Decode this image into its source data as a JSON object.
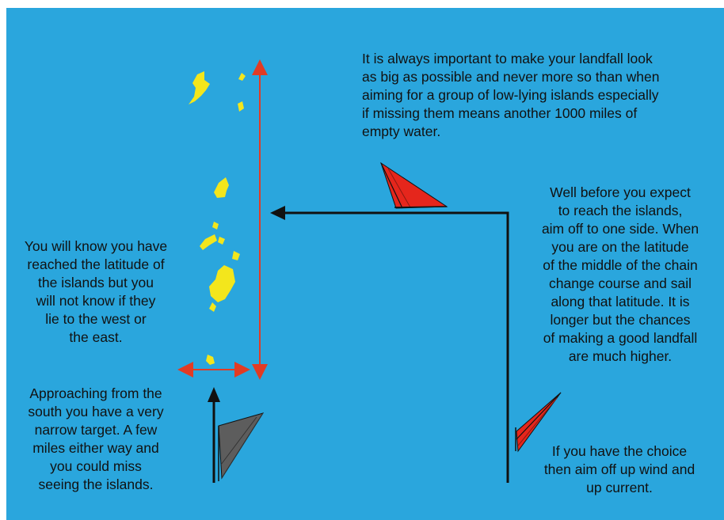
{
  "colors": {
    "background": "#2aa6dd",
    "islands": "#f3e61c",
    "red_arrows": "#e23b24",
    "black_arrows": "#111111",
    "red_boat": "#e5261c",
    "grey_boat": "#5d5d5d"
  },
  "icons": {
    "islands": "island-shape",
    "sailboat_red_top": "sailboat-icon",
    "sailboat_red_bottom": "sailboat-icon",
    "sailboat_grey": "sailboat-icon"
  },
  "notes": {
    "top": {
      "lines": [
        "It is always important to make your landfall look",
        "as big as possible and never more so than when",
        "aiming for a group of low-lying islands especially",
        "if missing them means another 1000 miles of",
        "empty water."
      ]
    },
    "left": {
      "lines": [
        "You will know you have",
        "reached the latitude of",
        "the islands but you",
        "will not know if they",
        "lie to the west or",
        "the east."
      ]
    },
    "bottom_left": {
      "lines": [
        "Approaching from the",
        "south you have a very",
        "narrow target. A few",
        "miles either way and",
        "you could miss",
        "seeing the islands."
      ]
    },
    "right": {
      "lines": [
        "Well before you expect",
        "to reach the islands,",
        "aim off to one side. When",
        "you are on the latitude",
        "of the middle of the chain",
        "change course and sail",
        "along that latitude. It is",
        "longer but the chances",
        "of making a good landfall",
        "are much higher."
      ]
    },
    "bottom_right": {
      "lines": [
        "If you have the choice",
        "then aim off up wind and",
        "up current."
      ]
    }
  }
}
